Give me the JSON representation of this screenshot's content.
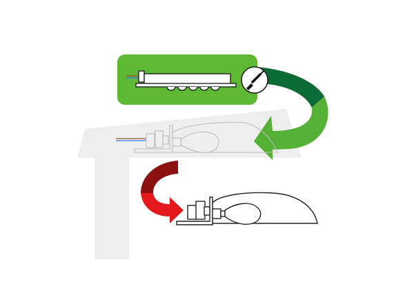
{
  "diagram": {
    "kind": "luminaire-retrofit-illustration",
    "steps": [
      {
        "name": "install-led-module",
        "arrow_color": "green"
      },
      {
        "name": "remove-old-lamp-gear",
        "arrow_color": "red"
      }
    ]
  },
  "colors": {
    "background": "#ffffff",
    "pole_gray": "#eeeeee",
    "panel_green": "#5db834",
    "arrow_green_light": "#55b135",
    "arrow_green_dark": "#0c6a35",
    "arrow_red": "#e3171c",
    "arrow_red_dark": "#8b1010",
    "line_dark": "#222222",
    "line_light": "#bdbdbd",
    "wire_brown": "#8b5a2b",
    "wire_blue": "#3b7dd8"
  },
  "icons": {
    "screwdriver": "screwdriver-icon",
    "led_module": "led-module-icon"
  }
}
